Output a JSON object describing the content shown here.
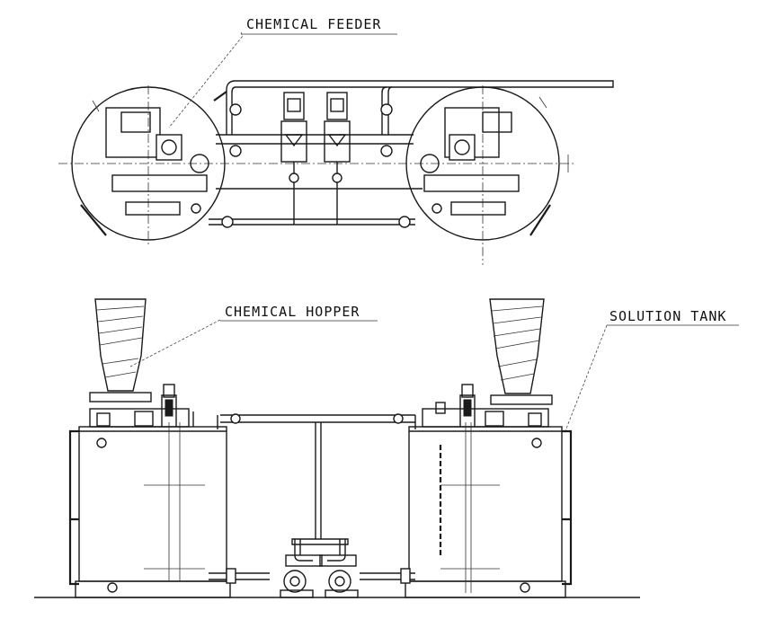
{
  "labels": {
    "chemical_feeder": "CHEMICAL FEEDER",
    "chemical_hopper": "CHEMICAL HOPPER",
    "solution_tank": "SOLUTION TANK"
  }
}
